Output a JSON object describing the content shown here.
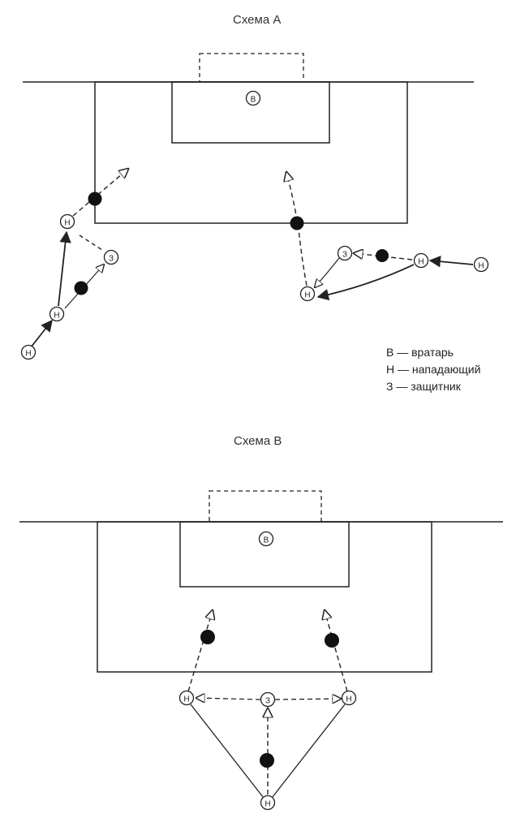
{
  "schemeA": {
    "title": "Схема А"
  },
  "schemeB": {
    "title": "Схема В"
  },
  "labels": {
    "goalkeeper": "В",
    "forward": "Н",
    "defender": "З"
  },
  "legend": [
    {
      "text": "В — вратарь"
    },
    {
      "text": "Н — нападающий"
    },
    {
      "text": "З — защитник"
    }
  ],
  "colors": {
    "line": "#222222",
    "ball": "#111111"
  }
}
